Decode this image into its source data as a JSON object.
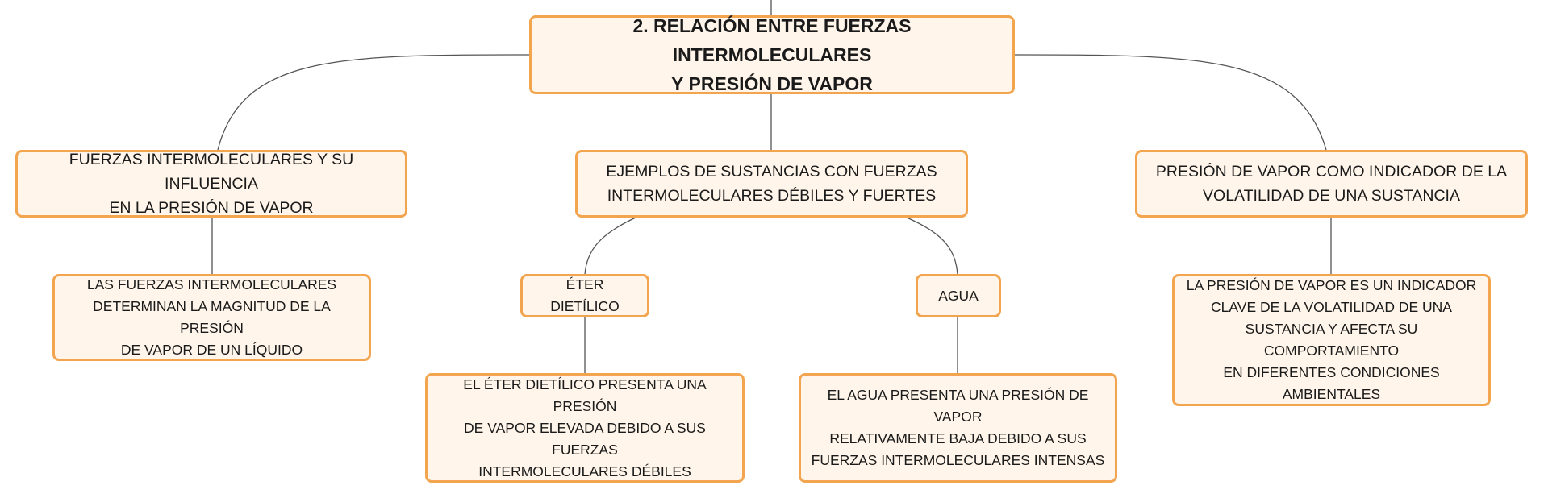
{
  "map": {
    "root": {
      "text": "2. RELACIÓN ENTRE FUERZAS INTERMOLECULARES\nY PRESIÓN DE VAPOR"
    },
    "branches": [
      {
        "text": "FUERZAS INTERMOLECULARES Y SU INFLUENCIA\nEN LA PRESIÓN DE VAPOR"
      },
      {
        "text": "EJEMPLOS DE SUSTANCIAS CON FUERZAS\nINTERMOLECULARES DÉBILES Y FUERTES"
      },
      {
        "text": "PRESIÓN DE VAPOR COMO INDICADOR DE LA\nVOLATILIDAD DE UNA SUSTANCIA"
      }
    ],
    "details": {
      "left": {
        "text": "LAS FUERZAS INTERMOLECULARES\nDETERMINAN LA MAGNITUD DE LA PRESIÓN\nDE VAPOR DE UN LÍQUIDO"
      },
      "ether": {
        "text": "ÉTER DIETÍLICO"
      },
      "water": {
        "text": "AGUA"
      },
      "ether_detail": {
        "text": "EL ÉTER DIETÍLICO PRESENTA UNA PRESIÓN\nDE VAPOR ELEVADA DEBIDO A SUS FUERZAS\nINTERMOLECULARES DÉBILES"
      },
      "water_detail": {
        "text": "EL AGUA PRESENTA UNA PRESIÓN DE VAPOR\nRELATIVAMENTE BAJA DEBIDO A SUS\nFUERZAS INTERMOLECULARES INTENSAS"
      },
      "right": {
        "text": "LA PRESIÓN DE VAPOR ES UN INDICADOR\nCLAVE DE LA VOLATILIDAD DE UNA\nSUSTANCIA Y AFECTA SU COMPORTAMIENTO\nEN DIFERENTES CONDICIONES AMBIENTALES"
      }
    }
  },
  "colors": {
    "node_fill": "#fff5ea",
    "node_border": "#f2a54e",
    "connector": "#555555",
    "text": "#1a1a1a"
  }
}
